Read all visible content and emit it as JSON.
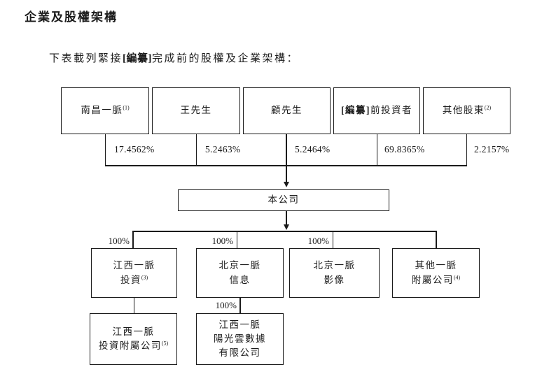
{
  "document": {
    "heading": "企業及股權架構",
    "intro_pre": "下表載列緊接",
    "intro_redacted": "[編纂]",
    "intro_post": "完成前的股權及企業架構："
  },
  "diagram": {
    "type": "org-structure",
    "shareholders": [
      {
        "name": "南昌一脈",
        "prefix_bold": "",
        "note": "(1)",
        "percent": "17.4562%"
      },
      {
        "name": "王先生",
        "prefix_bold": "",
        "note": "",
        "percent": "5.2463%"
      },
      {
        "name": "顧先生",
        "prefix_bold": "",
        "note": "",
        "percent": "5.2464%"
      },
      {
        "name": "前投資者",
        "prefix_bold": "[編纂]",
        "note": "",
        "percent": "69.8365%"
      },
      {
        "name": "其他股東",
        "prefix_bold": "",
        "note": "(2)",
        "percent": "2.2157%"
      }
    ],
    "company": "本公司",
    "subsidiaries": [
      {
        "line1": "江西一脈",
        "line2": "投資",
        "note": "(3)",
        "percent": "100%"
      },
      {
        "line1": "北京一脈",
        "line2": "信息",
        "note": "",
        "percent": "100%"
      },
      {
        "line1": "北京一脈",
        "line2": "影像",
        "note": "",
        "percent": "100%"
      },
      {
        "line1": "其他一脈",
        "line2": "附屬公司",
        "note": "(4)",
        "percent": ""
      }
    ],
    "second_level": [
      {
        "line1": "江西一脈",
        "line2": "投資附屬公司",
        "line3": "",
        "note": "(5)",
        "percent": ""
      },
      {
        "line1": "江西一脈",
        "line2": "陽光雲數據",
        "line3": "有限公司",
        "note": "",
        "percent": "100%"
      }
    ],
    "colors": {
      "line": "#1b1b1b",
      "background": "#ffffff",
      "text": "#1b1b1b"
    }
  }
}
